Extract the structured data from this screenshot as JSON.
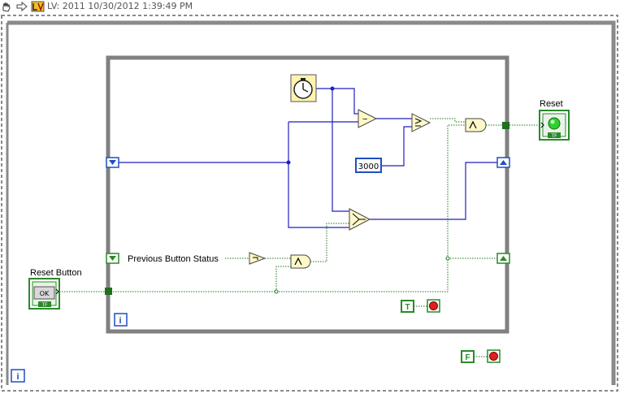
{
  "toolbar": {
    "title": "LV: 2011 10/30/2012 1:39:49 PM",
    "icons": [
      "hand-icon",
      "arrow-right-icon",
      "labview-icon"
    ]
  },
  "diagram": {
    "controls": {
      "reset_button_label": "Reset Button",
      "reset_button_value": "OK",
      "reset_button_type": "TF"
    },
    "indicators": {
      "reset_label": "Reset",
      "reset_type": "TF"
    },
    "constants": {
      "timeout_ms": "3000",
      "true_const": "T",
      "false_const": "F"
    },
    "shift_register_label": "Previous Button Status",
    "iteration_terminal": "i",
    "colors": {
      "loop_frame": "#7f7f7f",
      "numeric_wire": "#1f1fbf",
      "boolean_wire": "#1a7a1a",
      "terminal_blue": "#1f4fbf",
      "terminal_green": "#2a8a2a",
      "node_fill": "#fff8c8"
    }
  }
}
